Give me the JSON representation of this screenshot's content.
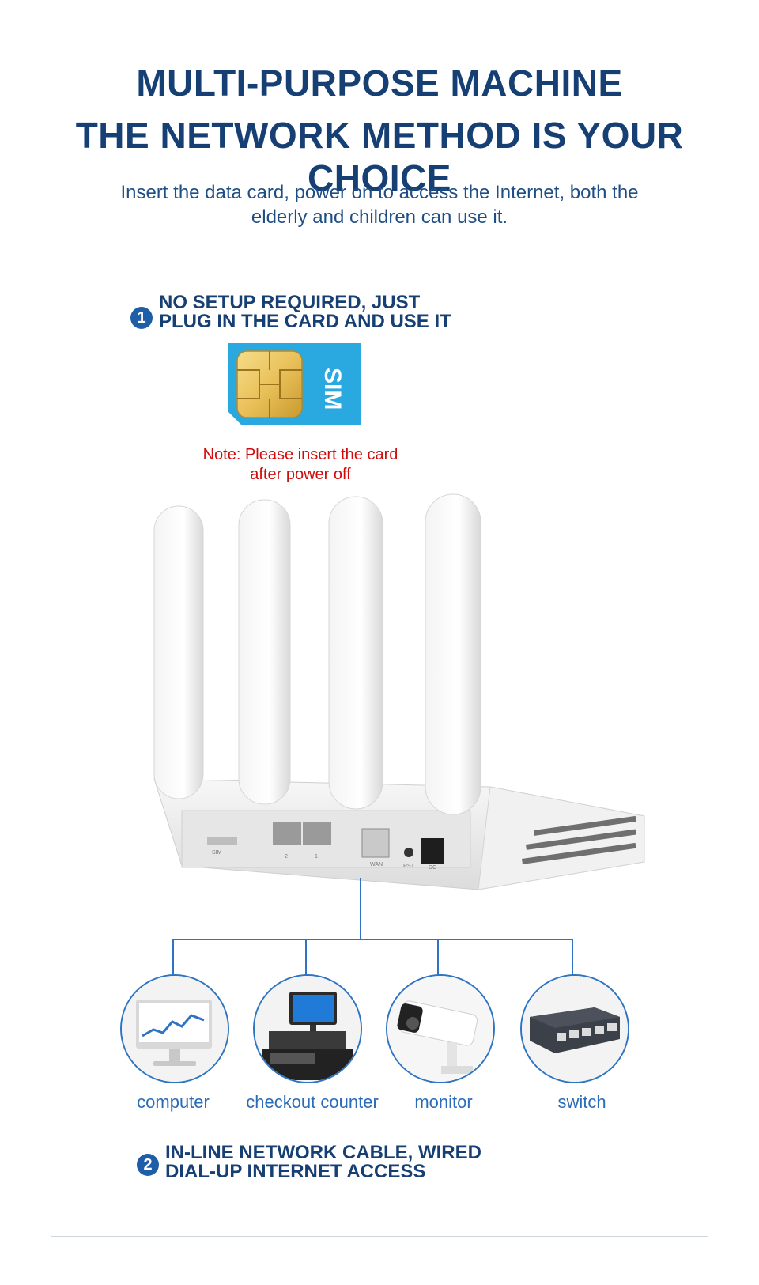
{
  "header": {
    "title_line1": "MULTI-PURPOSE MACHINE",
    "title_line2": "THE NETWORK METHOD IS YOUR CHOICE",
    "subtitle_line1": "Insert the data card, power on to access the Internet, both the",
    "subtitle_line2": "elderly and children can use it."
  },
  "step1": {
    "number": "1",
    "line1": "NO SETUP REQUIRED, JUST",
    "line2": "PLUG IN THE CARD AND USE IT"
  },
  "sim_card": {
    "label": "SIM"
  },
  "note": {
    "line1": "Note: Please insert the card",
    "line2": "after power off"
  },
  "router": {
    "port_labels": [
      "SIM",
      "2",
      "1",
      "WAN",
      "RST",
      "DC"
    ]
  },
  "devices": [
    {
      "label": "computer",
      "icon": "computer-icon"
    },
    {
      "label": "checkout counter",
      "icon": "pos-terminal-icon"
    },
    {
      "label": "monitor",
      "icon": "camera-icon"
    },
    {
      "label": "switch",
      "icon": "network-switch-icon"
    }
  ],
  "step2": {
    "number": "2",
    "line1": "IN-LINE NETWORK CABLE, WIRED",
    "line2": "DIAL-UP INTERNET ACCESS"
  },
  "colors": {
    "title": "#163f73",
    "accent": "#1e5da7",
    "note": "#d00b0b",
    "sim": "#2aa8e0"
  }
}
